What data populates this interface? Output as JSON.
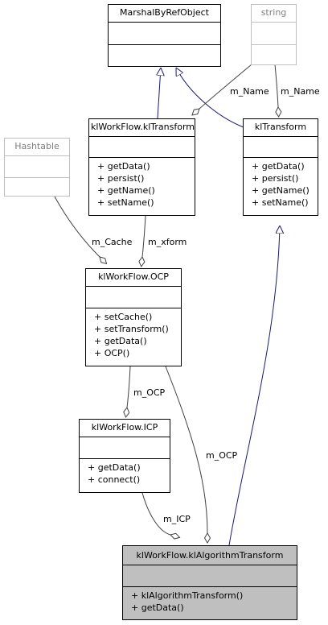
{
  "colors": {
    "inherit": "#191970",
    "assoc": "#404040",
    "highlight": "#bfbfbf",
    "muted_border": "#bfbfbf",
    "muted_text": "#7f7f7f"
  },
  "classes": {
    "marshal": {
      "name": "MarshalByRefObject",
      "methods": []
    },
    "string": {
      "name": "string",
      "methods": []
    },
    "hashtable": {
      "name": "Hashtable",
      "methods": []
    },
    "wf_kltransform": {
      "name": "klWorkFlow.klTransform",
      "methods": [
        "+ getData()",
        "+ persist()",
        "+ getName()",
        "+ setName()"
      ]
    },
    "kltransform": {
      "name": "klTransform",
      "methods": [
        "+ getData()",
        "+ persist()",
        "+ getName()",
        "+ setName()"
      ]
    },
    "ocp": {
      "name": "klWorkFlow.OCP",
      "methods": [
        "+ setCache()",
        "+ setTransform()",
        "+ getData()",
        "+ OCP()"
      ]
    },
    "icp": {
      "name": "klWorkFlow.ICP",
      "methods": [
        "+ getData()",
        "+ connect()"
      ]
    },
    "algo": {
      "name": "klWorkFlow.klAlgorithmTransform",
      "methods": [
        "+ klAlgorithmTransform()",
        "+ getData()"
      ]
    }
  },
  "labels": {
    "m_name_1": "m_Name",
    "m_name_2": "m_Name",
    "m_cache": "m_Cache",
    "m_xform": "m_xform",
    "m_ocp_1": "m_OCP",
    "m_ocp_2": "m_OCP",
    "m_icp": "m_ICP"
  }
}
